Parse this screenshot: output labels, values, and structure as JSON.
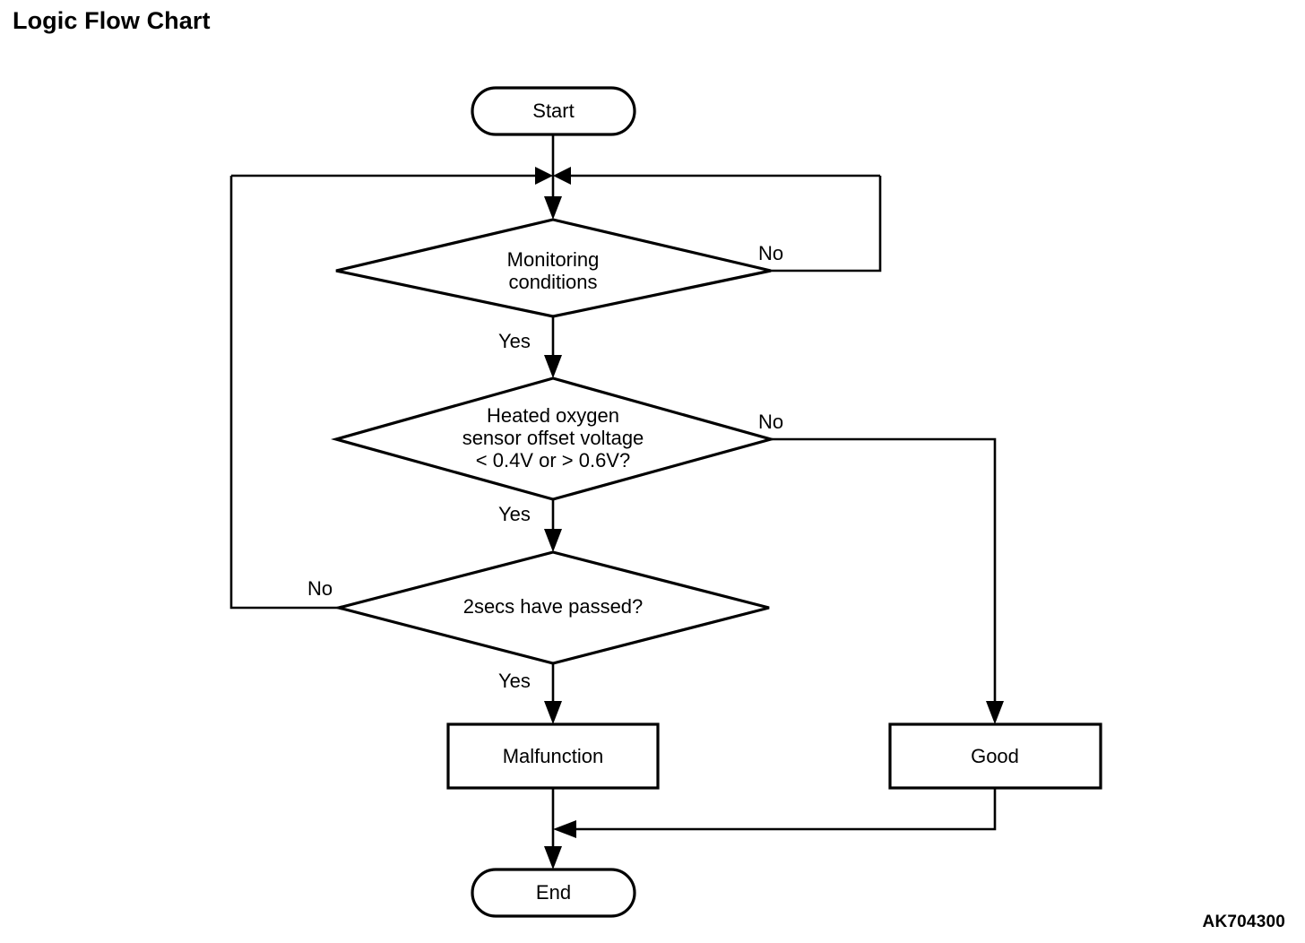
{
  "page": {
    "title": "Logic Flow Chart",
    "figure_code": "AK704300",
    "background_color": "#ffffff",
    "line_color": "#000000"
  },
  "chart_data": {
    "type": "diagram",
    "diagram_kind": "flowchart",
    "title": "Logic Flow Chart",
    "nodes": [
      {
        "id": "start",
        "shape": "stadium",
        "label": "Start"
      },
      {
        "id": "monitoring",
        "shape": "diamond",
        "label": "Monitoring\nconditions",
        "line1": "Monitoring",
        "line2": "conditions"
      },
      {
        "id": "offset",
        "shape": "diamond",
        "label": "Heated oxygen sensor offset voltage < 0.4V or > 0.6V?",
        "line1": "Heated oxygen",
        "line2": "sensor offset voltage",
        "line3": "< 0.4V or > 0.6V?"
      },
      {
        "id": "twosecs",
        "shape": "diamond",
        "label": "2secs have passed?",
        "line1": "2secs have passed?"
      },
      {
        "id": "malfunction",
        "shape": "rect",
        "label": "Malfunction"
      },
      {
        "id": "good",
        "shape": "rect",
        "label": "Good"
      },
      {
        "id": "end",
        "shape": "stadium",
        "label": "End"
      }
    ],
    "edges": [
      {
        "from": "start",
        "to": "monitoring",
        "label": ""
      },
      {
        "from": "monitoring",
        "to": "monitoring",
        "label": "No",
        "route": "right-loop-back-to-merge"
      },
      {
        "from": "monitoring",
        "to": "offset",
        "label": "Yes"
      },
      {
        "from": "offset",
        "to": "good",
        "label": "No",
        "route": "right-then-down"
      },
      {
        "from": "offset",
        "to": "twosecs",
        "label": "Yes"
      },
      {
        "from": "twosecs",
        "to": "monitoring",
        "label": "No",
        "route": "left-loop-back-to-merge"
      },
      {
        "from": "twosecs",
        "to": "malfunction",
        "label": "Yes"
      },
      {
        "from": "malfunction",
        "to": "end",
        "label": ""
      },
      {
        "from": "good",
        "to": "end",
        "label": "",
        "route": "down-then-left"
      }
    ]
  },
  "labels": {
    "start": "Start",
    "monitoring_line1": "Monitoring",
    "monitoring_line2": "conditions",
    "offset_line1": "Heated oxygen",
    "offset_line2": "sensor offset voltage",
    "offset_line3": "< 0.4V or > 0.6V?",
    "twosecs": "2secs have passed?",
    "malfunction": "Malfunction",
    "good": "Good",
    "end": "End",
    "monitoring_no": "No",
    "monitoring_yes": "Yes",
    "offset_no": "No",
    "offset_yes": "Yes",
    "twosecs_no": "No",
    "twosecs_yes": "Yes"
  }
}
